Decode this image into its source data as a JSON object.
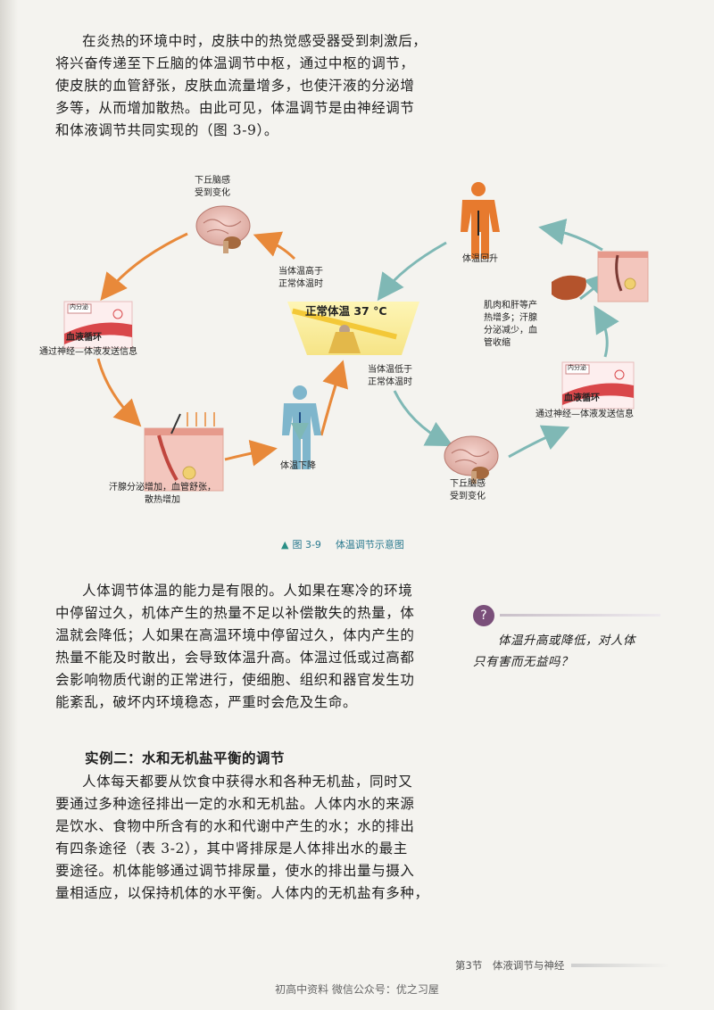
{
  "intro": {
    "lines": [
      "在炎热的环境中时，皮肤中的热觉感受器受到刺激后，",
      "将兴奋传递至下丘脑的体温调节中枢，通过中枢的调节，",
      "使皮肤的血管舒张，皮肤血流量增多，也使汗液的分泌增",
      "多等，从而增加散热。由此可见，体温调节是由神经调节",
      "和体液调节共同实现的（图 3-9）。"
    ]
  },
  "figure": {
    "center_label": "正常体温 37 °C",
    "top_left_brain": [
      "下丘脑感",
      "受到变化"
    ],
    "bottom_right_brain": [
      "下丘脑感",
      "受到变化"
    ],
    "above_label": [
      "当体温高于",
      "正常体温时"
    ],
    "below_label": [
      "当体温低于",
      "正常体温时"
    ],
    "left_blood_tag": "内分泌",
    "left_blood_title": "血液循环",
    "left_blood_caption": "通过神经—体液发送信息",
    "right_blood_tag": "内分泌",
    "right_blood_title": "血液循环",
    "right_blood_caption": "通过神经—体液发送信息",
    "skin_left_caption": [
      "汗腺分泌增加，血管舒张，",
      "散热增加"
    ],
    "body_down_label": "体温下降",
    "body_up_label": "体温回升",
    "muscle_label": [
      "肌肉和肝等产",
      "热增多；汗腺",
      "分泌减少，血",
      "管收缩"
    ],
    "colors": {
      "hot_arrow": "#e8893a",
      "cold_arrow": "#7fb8b5",
      "body_blue": "#7fb6cc",
      "body_orange": "#e77a2e"
    }
  },
  "caption": {
    "marker": "▲",
    "number": "图 3-9",
    "title": "体温调节示意图"
  },
  "para2": {
    "lines": [
      "人体调节体温的能力是有限的。人如果在寒冷的环境",
      "中停留过久，机体产生的热量不足以补偿散失的热量，体",
      "温就会降低；人如果在高温环境中停留过久，体内产生的",
      "热量不能及时散出，会导致体温升高。体温过低或过高都",
      "会影响物质代谢的正常进行，使细胞、组织和器官发生功",
      "能紊乱，破坏内环境稳态，严重时会危及生命。"
    ]
  },
  "question": {
    "icon": "?",
    "lines": [
      "体温升高或降低，对人体",
      "只有害而无益吗？"
    ]
  },
  "example": {
    "heading": "实例二：水和无机盐平衡的调节",
    "lines": [
      "人体每天都要从饮食中获得水和各种无机盐，同时又",
      "要通过多种途径排出一定的水和无机盐。人体内水的来源",
      "是饮水、食物中所含有的水和代谢中产生的水；水的排出",
      "有四条途径（表 3-2），其中肾排尿是人体排出水的最主",
      "要途径。机体能够通过调节排尿量，使水的排出量与摄入",
      "量相适应，以保持机体的水平衡。人体内的无机盐有多种，"
    ]
  },
  "footer": {
    "section": "第3节　体液调节与神经",
    "watermark": "初高中资料 微信公众号：优之习屋"
  }
}
